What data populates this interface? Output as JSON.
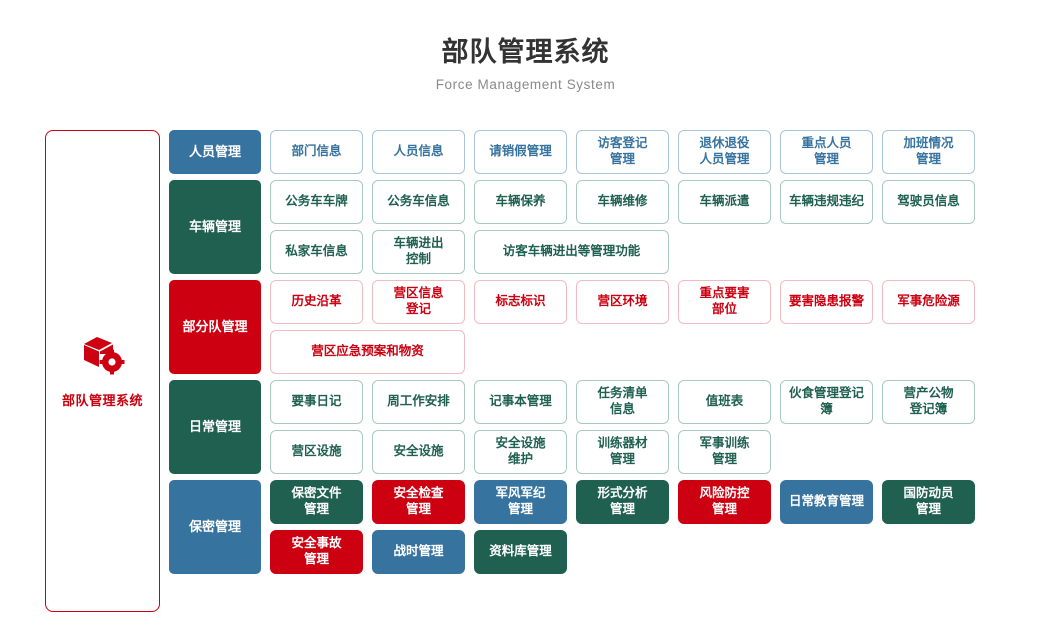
{
  "header": {
    "title": "部队管理系统",
    "subtitle": "Force Management System"
  },
  "brand": {
    "label": "部队管理系统",
    "icon": "cube-gear-icon",
    "border_color": "#c8000f"
  },
  "colors": {
    "blue": "#37739f",
    "green": "#1f6050",
    "red": "#cc0010",
    "blue_border": "#a9c5d9",
    "green_border": "#a9cabf",
    "red_border": "#f0bcc0",
    "title_text": "#333333",
    "subtitle_text": "#8a8a8a"
  },
  "sections": [
    {
      "head": "人员管理",
      "head_color": "blue",
      "item_style": "out-blue",
      "items": [
        {
          "label": "部门信息"
        },
        {
          "label": "人员信息"
        },
        {
          "label": "请销假管理"
        },
        {
          "label": "访客登记\n管理"
        },
        {
          "label": "退休退役\n人员管理"
        },
        {
          "label": "重点人员\n管理"
        },
        {
          "label": "加班情况\n管理"
        }
      ]
    },
    {
      "head": "车辆管理",
      "head_color": "green",
      "item_style": "out-green",
      "items": [
        {
          "label": "公务车车牌"
        },
        {
          "label": "公务车信息"
        },
        {
          "label": "车辆保养"
        },
        {
          "label": "车辆维修"
        },
        {
          "label": "车辆派遣"
        },
        {
          "label": "车辆违规违纪"
        },
        {
          "label": "驾驶员信息"
        },
        {
          "label": "私家车信息"
        },
        {
          "label": "车辆进出\n控制"
        },
        {
          "label": "访客车辆进出等管理功能",
          "wide": true
        }
      ]
    },
    {
      "head": "部分队管理",
      "head_color": "red",
      "item_style": "out-red",
      "items": [
        {
          "label": "历史沿革"
        },
        {
          "label": "营区信息\n登记"
        },
        {
          "label": "标志标识"
        },
        {
          "label": "营区环境"
        },
        {
          "label": "重点要害\n部位"
        },
        {
          "label": "要害隐患报警"
        },
        {
          "label": "军事危险源"
        },
        {
          "label": "营区应急预案和物资",
          "wide": true
        }
      ]
    },
    {
      "head": "日常管理",
      "head_color": "green",
      "item_style": "out-green",
      "items": [
        {
          "label": "要事日记"
        },
        {
          "label": "周工作安排"
        },
        {
          "label": "记事本管理"
        },
        {
          "label": "任务清单\n信息"
        },
        {
          "label": "值班表"
        },
        {
          "label": "伙食管理登记簿"
        },
        {
          "label": "营产公物\n登记簿"
        },
        {
          "label": "营区设施"
        },
        {
          "label": "安全设施"
        },
        {
          "label": "安全设施\n维护"
        },
        {
          "label": "训练器材\n管理"
        },
        {
          "label": "军事训练\n管理"
        }
      ]
    },
    {
      "head": "保密管理",
      "head_color": "blue",
      "item_style": "mixed",
      "items": [
        {
          "label": "保密文件\n管理",
          "style": "fill-green"
        },
        {
          "label": "安全检查\n管理",
          "style": "fill-red"
        },
        {
          "label": "军风军纪\n管理",
          "style": "fill-blue"
        },
        {
          "label": "形式分析\n管理",
          "style": "fill-green"
        },
        {
          "label": "风险防控\n管理",
          "style": "fill-red"
        },
        {
          "label": "日常教育管理",
          "style": "fill-blue"
        },
        {
          "label": "国防动员\n管理",
          "style": "fill-green"
        },
        {
          "label": "安全事故\n管理",
          "style": "fill-red"
        },
        {
          "label": "战时管理",
          "style": "fill-blue"
        },
        {
          "label": "资料库管理",
          "style": "fill-green"
        }
      ]
    }
  ]
}
